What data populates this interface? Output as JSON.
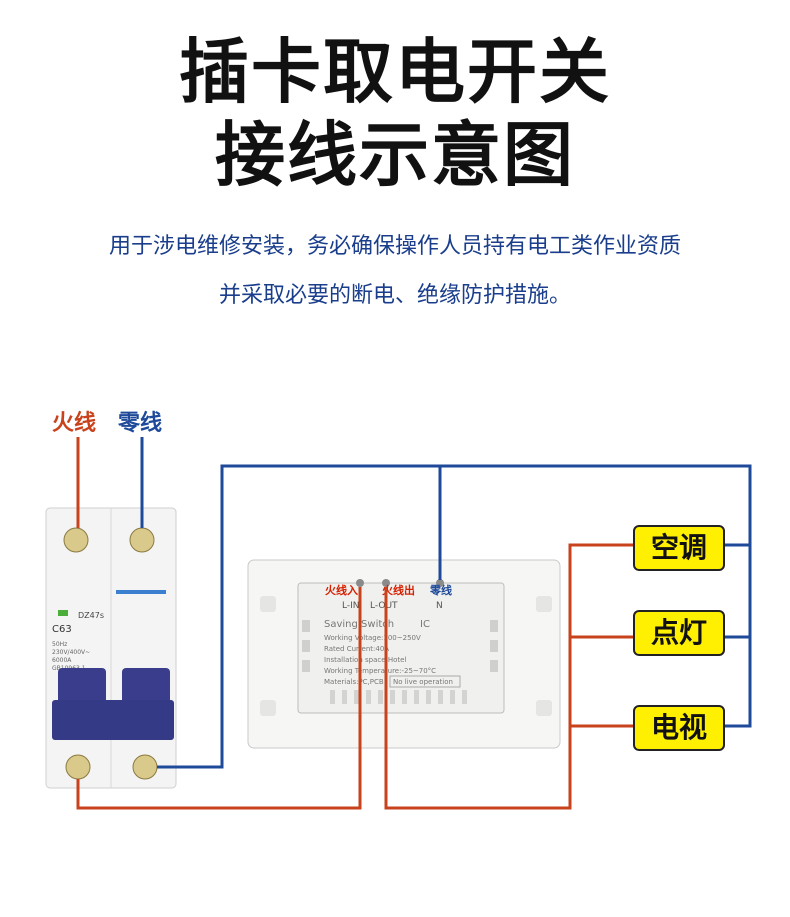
{
  "title": {
    "line1": "插卡取电开关",
    "line2": "接线示意图"
  },
  "notice": {
    "line1": "用于涉电维修安装，务必确保操作人员持有电工类作业资质",
    "line2": "并采取必要的断电、绝缘防护措施。"
  },
  "wire_labels": {
    "live": "火线",
    "neutral": "零线"
  },
  "breaker": {
    "brand": "DZ47s",
    "rating": "C63",
    "specs": [
      "50Hz",
      "230V/400V~",
      "6000A",
      "GB10963.1"
    ]
  },
  "switch": {
    "terminals": {
      "live_in": "火线入",
      "live_out": "火线出",
      "neutral": "零线"
    },
    "terminal_codes": {
      "live_in": "L-IN",
      "live_out": "L-OUT",
      "neutral": "N"
    },
    "label": {
      "name": "Saving Switch",
      "type": "IC",
      "voltage": "Working Voltage:100~250V",
      "current": "Rated Current:40A",
      "space": "Installation space:Hotel",
      "temperature": "Working Temperature:-25~70°C",
      "materials": "Materials:PC,PCB",
      "warning": "No live operation"
    }
  },
  "loads": [
    "空调",
    "点灯",
    "电视"
  ],
  "colors": {
    "live_wire": "#c8421c",
    "neutral_wire": "#1f4a9a",
    "load_box": "#ffef00",
    "notice_text": "#1a3e8c"
  }
}
